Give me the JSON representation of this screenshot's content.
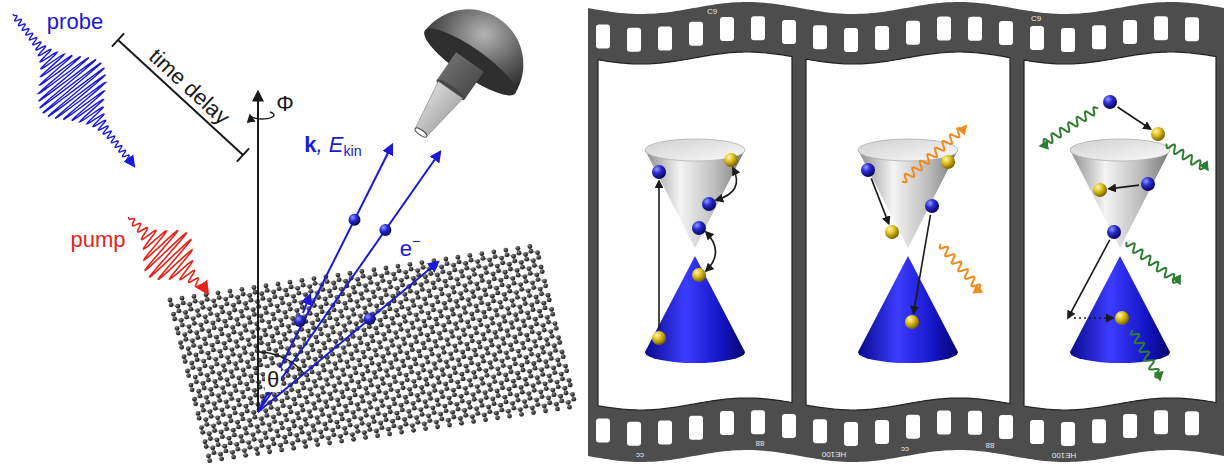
{
  "diagram": {
    "labels": [
      "probe",
      "time delay",
      "pump",
      "Φ",
      "θ",
      "k",
      ", E",
      "kin",
      "e",
      "−",
      "C9",
      "C9",
      "cc",
      "88",
      "HE100",
      "cc",
      "88",
      "HE100"
    ]
  }
}
